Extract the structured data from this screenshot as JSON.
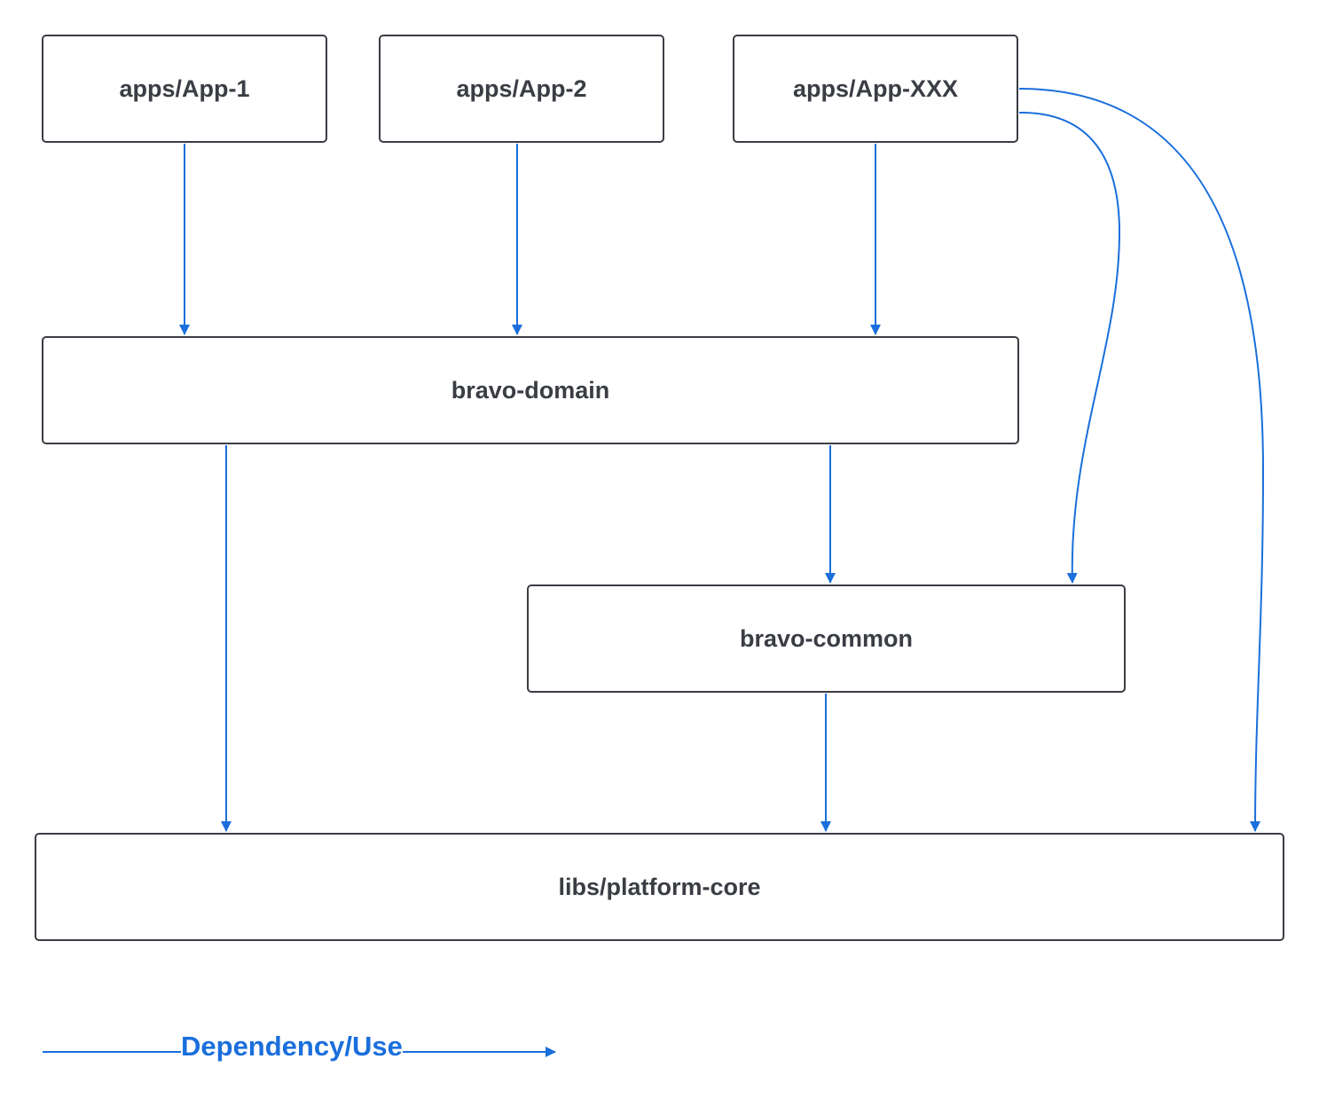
{
  "colors": {
    "edge": "#1a6fdc",
    "node_border": "#3a3d44",
    "node_text": "#3a3d44",
    "legend_text": "#1a6fdc"
  },
  "nodes": {
    "app1": {
      "label": "apps/App-1"
    },
    "app2": {
      "label": "apps/App-2"
    },
    "appxxx": {
      "label": "apps/App-XXX"
    },
    "bravo_domain": {
      "label": "bravo-domain"
    },
    "bravo_common": {
      "label": "bravo-common"
    },
    "platform_core": {
      "label": "libs/platform-core"
    }
  },
  "edges": [
    {
      "from": "apps/App-1",
      "to": "bravo-domain"
    },
    {
      "from": "apps/App-2",
      "to": "bravo-domain"
    },
    {
      "from": "apps/App-XXX",
      "to": "bravo-domain"
    },
    {
      "from": "apps/App-XXX",
      "to": "bravo-common"
    },
    {
      "from": "apps/App-XXX",
      "to": "libs/platform-core"
    },
    {
      "from": "bravo-domain",
      "to": "libs/platform-core"
    },
    {
      "from": "bravo-domain",
      "to": "bravo-common"
    },
    {
      "from": "bravo-common",
      "to": "libs/platform-core"
    }
  ],
  "legend": {
    "label": "Dependency/Use"
  }
}
